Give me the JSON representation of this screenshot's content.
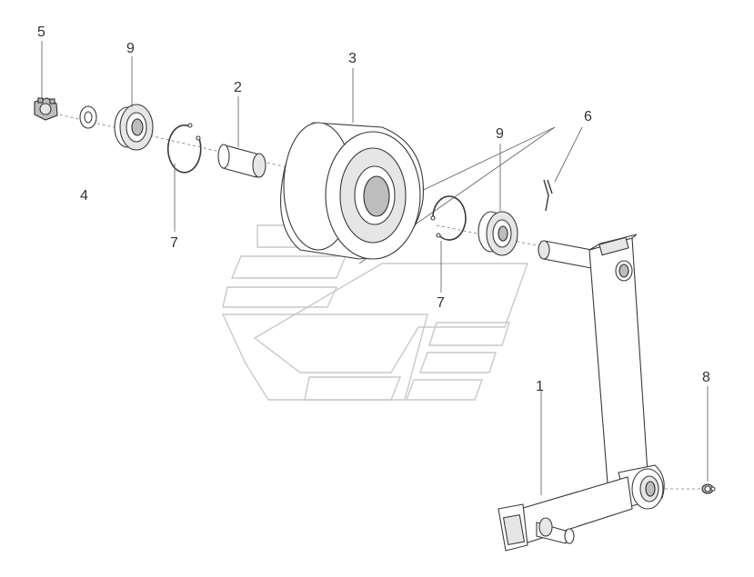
{
  "labels": {
    "l1": "1",
    "l2": "2",
    "l3": "3",
    "l4": "4",
    "l5": "5",
    "l6": "6",
    "l7a": "7",
    "l7b": "7",
    "l8": "8",
    "l9a": "9",
    "l9b": "9"
  }
}
